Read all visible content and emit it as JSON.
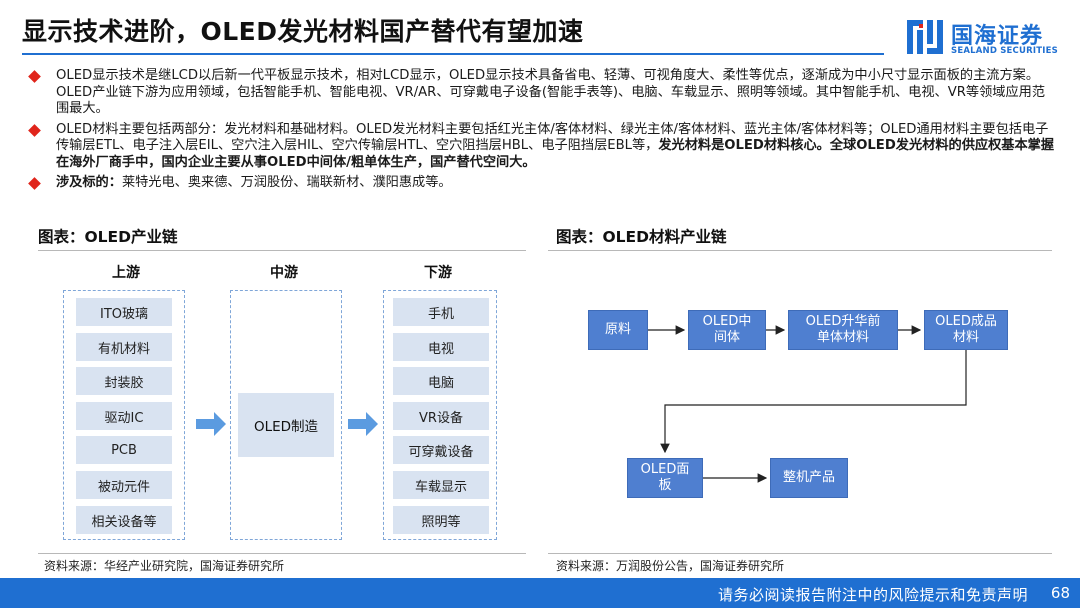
{
  "header": {
    "title": "显示技术进阶，OLED发光材料国产替代有望加速",
    "logo_cn": "国海证券",
    "logo_en": "SEALAND SECURITIES"
  },
  "bullets": [
    {
      "text": "OLED显示技术是继LCD以后新一代平板显示技术，相对LCD显示，OLED显示技术具备省电、轻薄、可视角度大、柔性等优点，逐渐成为中小尺寸显示面板的主流方案。OLED产业链下游为应用领域，包括智能手机、智能电视、VR/AR、可穿戴电子设备(智能手表等)、电脑、车载显示、照明等领域。其中智能手机、电视、VR等领域应用范围最大。"
    },
    {
      "text": "OLED材料主要包括两部分：发光材料和基础材料。OLED发光材料主要包括红光主体/客体材料、绿光主体/客体材料、蓝光主体/客体材料等；OLED通用材料主要包括电子传输层ETL、电子注入层EIL、空穴注入层HIL、空穴传输层HTL、空穴阻挡层HBL、电子阻挡层EBL等，",
      "bold": "发光材料是OLED材料核心。全球OLED发光材料的供应权基本掌握在海外厂商手中，国内企业主要从事OLED中间体/粗单体生产，国产替代空间大。"
    },
    {
      "bold_lead": "涉及标的：",
      "text": "莱特光电、奥来德、万润股份、瑞联新材、濮阳惠成等。"
    }
  ],
  "left_chart": {
    "title": "图表：OLED产业链",
    "upstream_label": "上游",
    "midstream_label": "中游",
    "downstream_label": "下游",
    "upstream_items": [
      "ITO玻璃",
      "有机材料",
      "封装胶",
      "驱动IC",
      "PCB",
      "被动元件",
      "相关设备等"
    ],
    "midstream_item": "OLED制造",
    "downstream_items": [
      "手机",
      "电视",
      "电脑",
      "VR设备",
      "可穿戴设备",
      "车载显示",
      "照明等"
    ],
    "source": "资料来源：华经产业研究院，国海证券研究所"
  },
  "right_chart": {
    "title": "图表：OLED材料产业链",
    "nodes": {
      "raw": "原料",
      "intermediate": "OLED中间体",
      "precursor": "OLED升华前单体材料",
      "finished": "OLED成品材料",
      "panel": "OLED面板",
      "product": "整机产品"
    },
    "source": "资料来源：万润股份公告，国海证券研究所"
  },
  "footer": {
    "disclaimer": "请务必阅读报告附注中的风险提示和免责声明",
    "page": "68"
  },
  "colors": {
    "brand_blue": "#1f6fd1",
    "bullet_red": "#e0251b",
    "flow_box": "#4f7fd0",
    "chain_item": "#d9e3f1"
  }
}
